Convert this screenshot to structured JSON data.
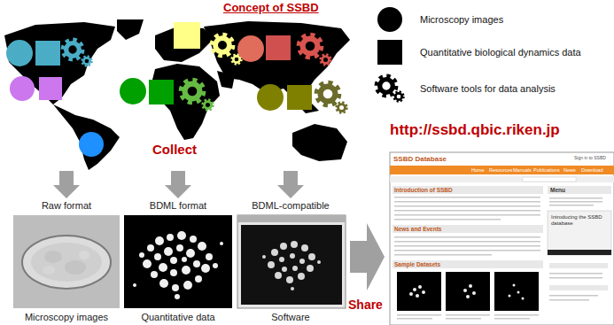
{
  "diagram": {
    "title": "Concept of SSBD",
    "nodes": [
      {
        "text": [
          "Raw format",
          "Microscopy images"
        ]
      },
      {
        "text": [
          "BDML format",
          "Quantitative data"
        ]
      },
      {
        "text": [
          "BDML-compatible",
          "Software"
        ]
      },
      {
        "text": [
          "SSBD Database",
          "Sign in to SSBD",
          "Home",
          "Resources",
          "Manuals",
          "Publications",
          "News",
          "Download",
          "Introduction of SSBD",
          "News and Events",
          "Sample Datasets",
          "Menu",
          "Introducing the SSBD database"
        ]
      }
    ],
    "labels": [
      "Collect",
      "http://ssbd.qbic.riken.jp",
      "Share"
    ],
    "legend": [
      {
        "text": "Microscopy images"
      },
      {
        "text": "Quantitative biological dynamics data"
      },
      {
        "text": "Software tools for data analysis"
      }
    ]
  }
}
